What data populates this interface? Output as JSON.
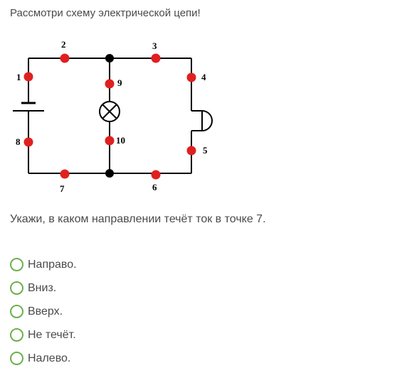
{
  "instruction": "Рассмотри схему электрической цепи!",
  "question": "Укажи, в каком направлении течёт ток в точке 7.",
  "diagram": {
    "point_labels": [
      "1",
      "2",
      "3",
      "4",
      "5",
      "6",
      "7",
      "8",
      "9",
      "10"
    ],
    "point_color": "#e02020",
    "node_color": "#000000",
    "wire_color": "#000000"
  },
  "options": [
    {
      "label": "Направо."
    },
    {
      "label": "Вниз."
    },
    {
      "label": "Вверх."
    },
    {
      "label": "Не течёт."
    },
    {
      "label": "Налево."
    }
  ],
  "colors": {
    "radio_border": "#6ab04c",
    "text": "#4a4a4a"
  }
}
